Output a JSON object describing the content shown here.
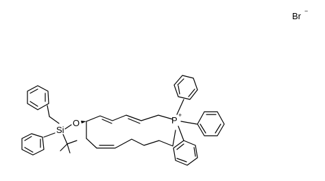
{
  "structure": {
    "counterion": {
      "symbol": "Br",
      "charge": "−"
    },
    "phosphorus": {
      "symbol": "P",
      "charge": "+"
    },
    "oxygen": {
      "symbol": "O"
    },
    "silicon": {
      "symbol": "Si"
    }
  }
}
